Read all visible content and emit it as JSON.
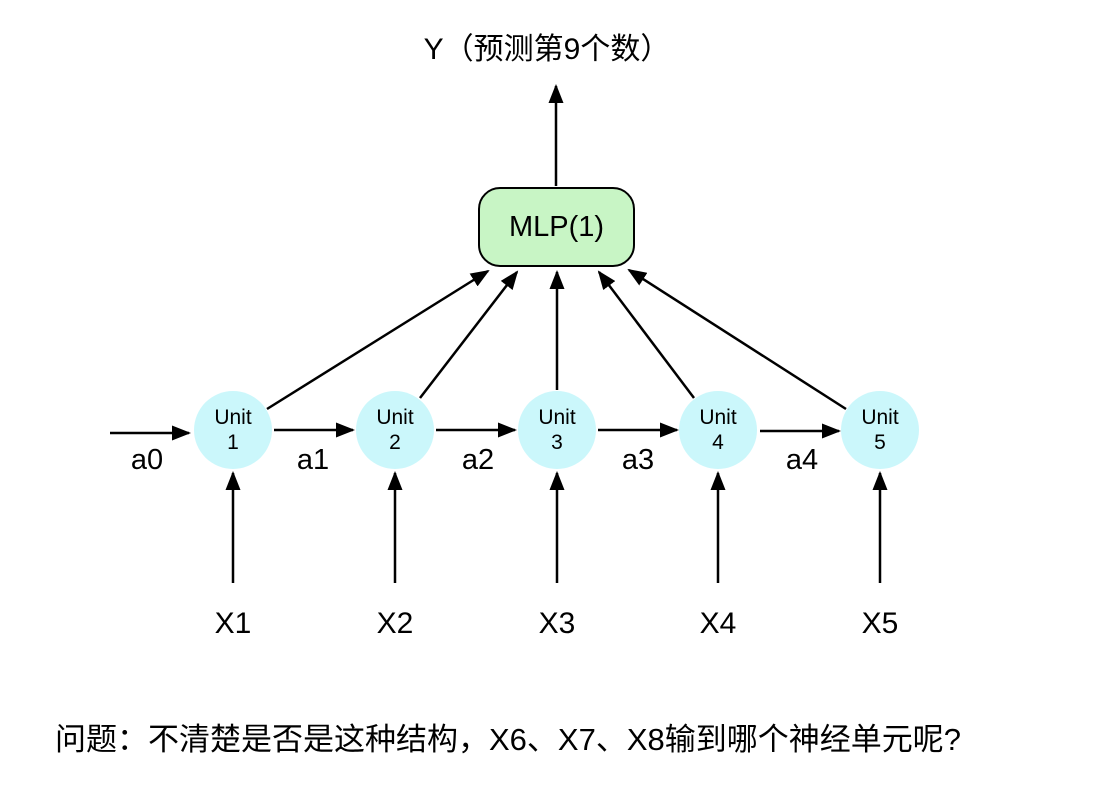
{
  "title": "Y（预测第9个数）",
  "mlp": {
    "label": "MLP(1)",
    "fill_color": "#c8f5c5"
  },
  "unit_fill_color": "#cbf7fb",
  "line_color": "#000000",
  "units": [
    {
      "name": "Unit",
      "number": "1",
      "input": "X1"
    },
    {
      "name": "Unit",
      "number": "2",
      "input": "X2"
    },
    {
      "name": "Unit",
      "number": "3",
      "input": "X3"
    },
    {
      "name": "Unit",
      "number": "4",
      "input": "X4"
    },
    {
      "name": "Unit",
      "number": "5",
      "input": "X5"
    }
  ],
  "edge_labels": [
    "a0",
    "a1",
    "a2",
    "a3",
    "a4"
  ],
  "question": "问题：不清楚是否是这种结构，X6、X7、X8输到哪个神经单元呢?"
}
